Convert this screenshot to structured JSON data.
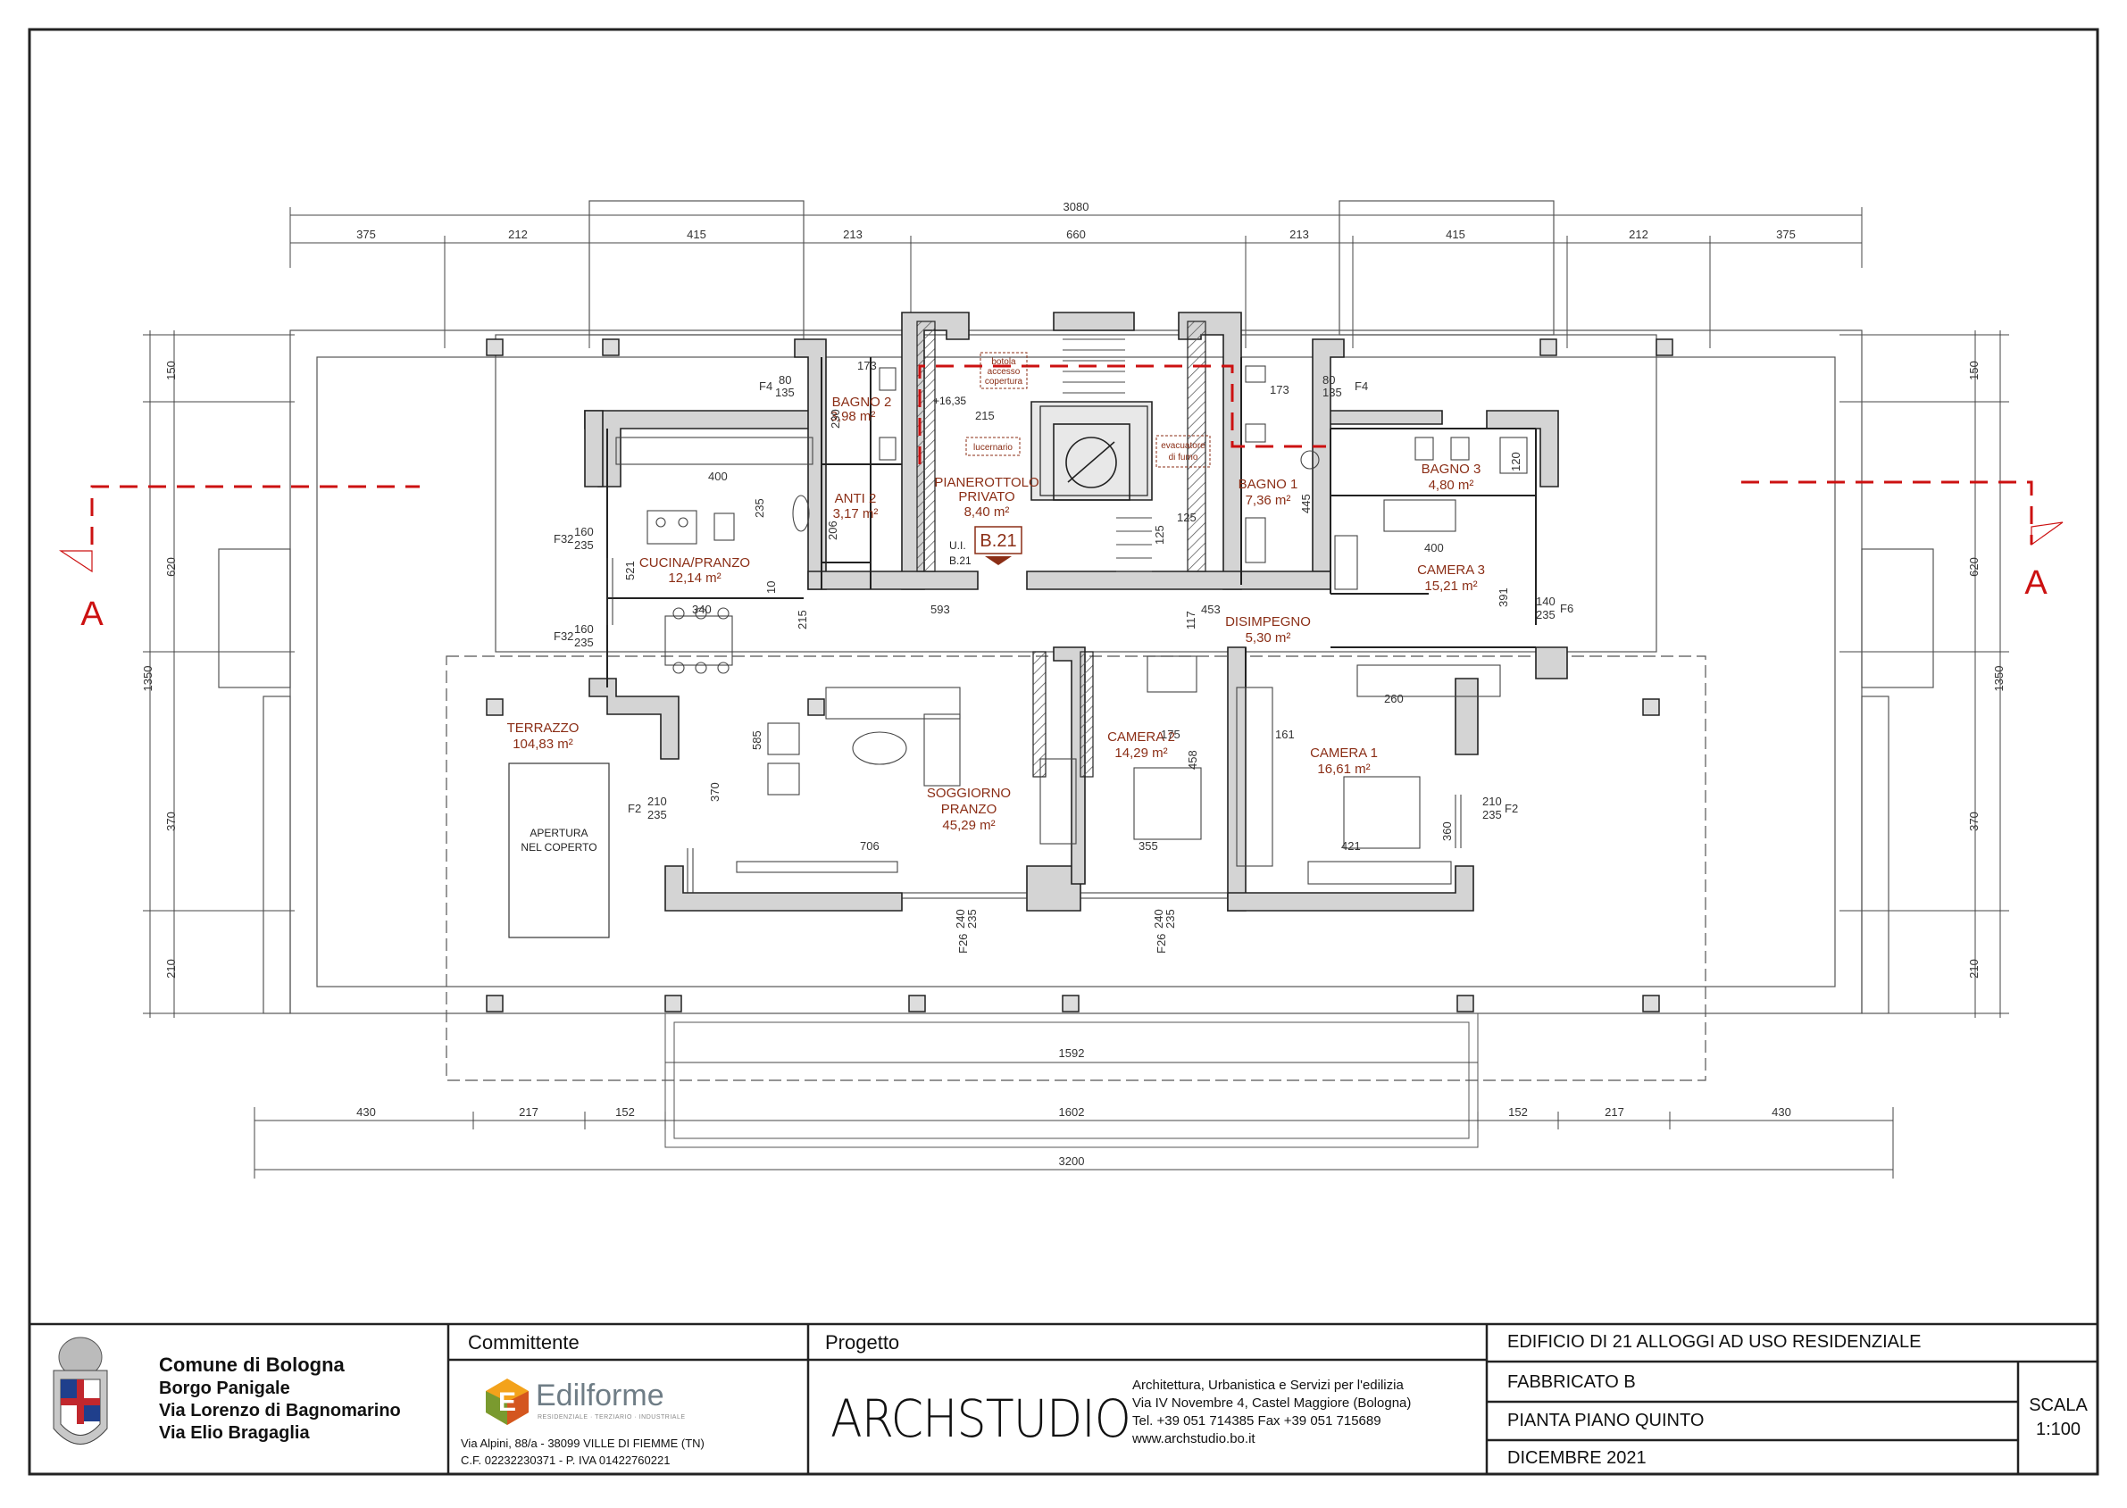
{
  "drawing": {
    "dimensions_top": {
      "overall": "3080",
      "segments": [
        "375",
        "212",
        "415",
        "213",
        "660",
        "213",
        "415",
        "212",
        "375"
      ]
    },
    "dimensions_bottom": {
      "inner": "1592",
      "segments": [
        "430",
        "217",
        "152",
        "1602",
        "152",
        "217",
        "430"
      ],
      "overall": "3200"
    },
    "dimensions_side": {
      "left": [
        "150",
        "620",
        "1350",
        "370",
        "210"
      ],
      "right": [
        "150",
        "620",
        "1350",
        "370",
        "210"
      ]
    },
    "section_marker": "A",
    "rooms": [
      {
        "name": "BAGNO 2",
        "area": "3,98 m²"
      },
      {
        "name": "ANTI 2",
        "area": "3,17 m²"
      },
      {
        "name": "CUCINA/PRANZO",
        "area": "12,14 m²"
      },
      {
        "name": "PIANEROTTOLO PRIVATO",
        "line1": "PIANEROTTOLO",
        "line2": "PRIVATO",
        "area": "8,40 m²"
      },
      {
        "name": "BAGNO 1",
        "area": "7,36 m²"
      },
      {
        "name": "BAGNO 3",
        "area": "4,80 m²"
      },
      {
        "name": "CAMERA 3",
        "area": "15,21 m²"
      },
      {
        "name": "DISIMPEGNO",
        "area": "5,30 m²"
      },
      {
        "name": "TERRAZZO",
        "area": "104,83 m²"
      },
      {
        "name": "SOGGIORNO PRANZO",
        "line1": "SOGGIORNO",
        "line2": "PRANZO",
        "area": "45,29 m²"
      },
      {
        "name": "CAMERA 2",
        "area": "14,29 m²"
      },
      {
        "name": "CAMERA 1",
        "area": "16,61 m²"
      }
    ],
    "unit_code": "B.21",
    "unit_label": "U.I.",
    "elevation": "+16,35",
    "notes": {
      "botola1": "botola",
      "botola2": "accesso",
      "botola3": "copertura",
      "lucernario": "lucernario",
      "evac1": "evacuatore",
      "evac2": "di fumo",
      "apertura1": "APERTURA",
      "apertura2": "NEL COPERTO"
    },
    "windows": {
      "f4_left": "F4",
      "f4_left_w": "80",
      "f4_left_h": "135",
      "f4_right": "F4",
      "f4_right_w": "80",
      "f4_right_h": "135",
      "f32_a": "F32",
      "f32_a_w": "160",
      "f32_a_h": "235",
      "f32_b": "F32",
      "f32_b_w": "160",
      "f32_b_h": "235",
      "f2_left": "F2",
      "f2_left_w": "210",
      "f2_left_h": "235",
      "f2_right": "F2",
      "f2_right_w": "210",
      "f2_right_h": "235",
      "f6": "F6",
      "f6_w": "140",
      "f6_h": "235",
      "f26_a": "F26",
      "f26_a_w": "240",
      "f26_a_h": "235",
      "f26_b": "F26",
      "f26_b_w": "240",
      "f26_b_h": "235"
    },
    "inner_dims": {
      "d173a": "173",
      "d173b": "173",
      "d215a": "215",
      "d230": "230",
      "d400a": "400",
      "d235": "235",
      "d206": "206",
      "d521": "521",
      "d340": "340",
      "d215b": "215",
      "d593": "593",
      "d453": "453",
      "d117": "117",
      "d125": "125",
      "d445": "445",
      "d400b": "400",
      "d120": "120",
      "d391": "391",
      "d260": "260",
      "d161": "161",
      "d175": "175",
      "d458": "458",
      "d585": "585",
      "d370": "370",
      "d706": "706",
      "d355": "355",
      "d421": "421",
      "d360": "360",
      "d10": "10",
      "d125b": "125"
    }
  },
  "title_block": {
    "client_area": {
      "line1": "Comune di Bologna",
      "line2": "Borgo Panigale",
      "line3": "Via Lorenzo di Bagnomarino",
      "line4": "Via Elio Bragaglia"
    },
    "committente": {
      "heading": "Committente",
      "brand": "Edilforme",
      "brand_tag": "RESIDENZIALE · TERZIARIO · INDUSTRIALE",
      "address": "Via Alpini, 88/a - 38099 VILLE DI FIEMME (TN)",
      "fiscal": "C.F. 02232230371 - P. IVA 01422760221"
    },
    "progetto": {
      "heading": "Progetto",
      "logo_text": "ARCHSTUDIO",
      "line1": "Architettura, Urbanistica e Servizi per l'edilizia",
      "line2": "Via IV Novembre 4, Castel Maggiore (Bologna)",
      "line3": "Tel. +39 051 714385 Fax +39 051 715689",
      "line4": "www.archstudio.bo.it"
    },
    "project": {
      "title": "EDIFICIO DI 21 ALLOGGI AD USO RESIDENZIALE",
      "building": "FABBRICATO B",
      "sheet": "PIANTA PIANO QUINTO",
      "date": "DICEMBRE 2021",
      "scale_label": "SCALA",
      "scale": "1:100"
    }
  },
  "colors": {
    "line": "#222222",
    "wall": "#d4d4d4",
    "accent": "#cc1111",
    "room_text": "#8b2e16"
  }
}
